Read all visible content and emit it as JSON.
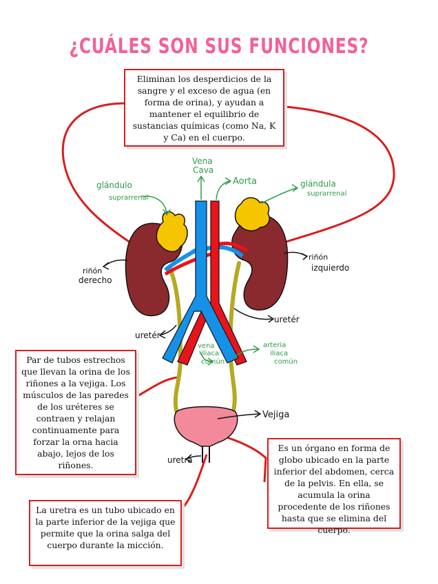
{
  "title": "¿CUÁLES SON SUS FUNCIONES?",
  "boxes": {
    "kidneys": "Eliminan los desperdicios de la sangre y el exceso de agua (en forma de orina), y ayudan a mantener el equilibrio de sustancias químicas (como Na, K y Ca) en el cuerpo.",
    "ureters": "Par de tubos estrechos que llevan la orina de los riñones a la vejiga. Los músculos de las paredes de los uréteres se contraen y relajan continuamente para forzar la orna hacia abajo, lejos de los riñones.",
    "bladder": "Es un órgano en forma de globo ubicado en la parte inferior del abdomen, cerca de la pelvis. En ella, se acumula la orina procedente de los riñones hasta que se elimina del cuerpo.",
    "urethra": "La uretra es un tubo ubicado en la parte inferior de la vejiga que permite que la orina salga del cuerpo durante la micción."
  },
  "labels": {
    "vena_cava_1": "Vena",
    "vena_cava_2": "Cava",
    "aorta": "Aorta",
    "gland_left_1": "glándulo",
    "gland_left_2": "suprarrenal",
    "gland_right_1": "glándula",
    "gland_right_2": "suprarrenal",
    "kidney_right_1": "riñón",
    "kidney_right_2": "derecho",
    "kidney_left_1": "riñón",
    "kidney_left_2": "izquierdo",
    "ureter_left": "uretér",
    "ureter_right": "uretér",
    "vena_iliaca_1": "vena",
    "vena_iliaca_2": "iliaca",
    "vena_iliaca_3": "común",
    "arteria_iliaca_1": "arteria",
    "arteria_iliaca_2": "iliaca",
    "arteria_iliaca_3": "común",
    "vejiga": "Vejiga",
    "uretra": "uretra"
  },
  "colors": {
    "title": "#f0629a",
    "box_border": "#d91d1d",
    "kidney": "#8b2a2e",
    "gland": "#f5c500",
    "vein": "#1592e8",
    "artery": "#e8141a",
    "ureter": "#b5a922",
    "bladder": "#f38a9b",
    "green_label": "#2e9a4a"
  }
}
